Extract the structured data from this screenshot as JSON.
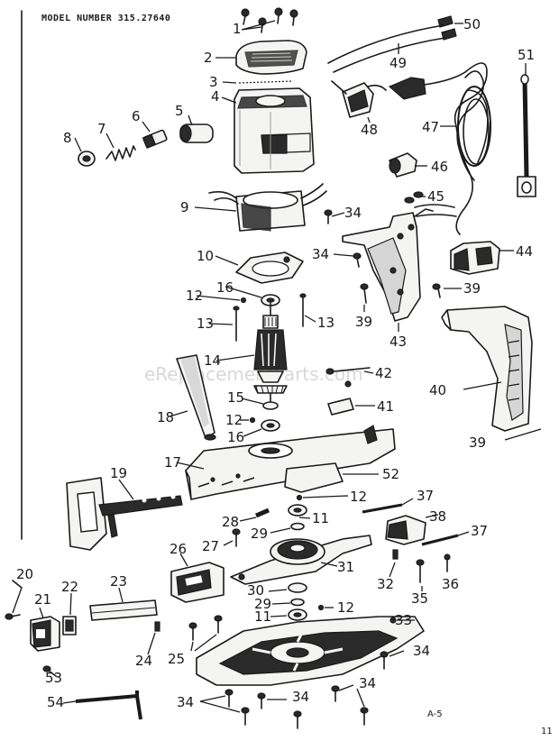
{
  "header": {
    "model_number": "MODEL NUMBER 315.27640"
  },
  "watermark": "eReplacementParts.com",
  "page_code": "A-5",
  "corner_mark": "11",
  "labels": {
    "p1": "1",
    "p2": "2",
    "p3": "3",
    "p4": "4",
    "p5": "5",
    "p6": "6",
    "p7": "7",
    "p8": "8",
    "p9": "9",
    "p10": "10",
    "p11a": "11",
    "p11b": "11",
    "p12a": "12",
    "p12b": "12",
    "p12c": "12",
    "p12d": "12",
    "p13a": "13",
    "p13b": "13",
    "p14": "14",
    "p15": "15",
    "p16a": "16",
    "p16b": "16",
    "p17": "17",
    "p18": "18",
    "p19": "19",
    "p20": "20",
    "p21": "21",
    "p22": "22",
    "p23": "23",
    "p24": "24",
    "p25": "25",
    "p26": "26",
    "p27": "27",
    "p28": "28",
    "p29a": "29",
    "p29b": "29",
    "p30": "30",
    "p31": "31",
    "p32": "32",
    "p33": "33",
    "p34a": "34",
    "p34b": "34",
    "p34c": "34",
    "p34d": "34",
    "p34e": "34",
    "p34f": "34",
    "p35": "35",
    "p36": "36",
    "p37a": "37",
    "p37b": "37",
    "p38": "38",
    "p39a": "39",
    "p39b": "39",
    "p39c": "39",
    "p40": "40",
    "p41": "41",
    "p42": "42",
    "p43": "43",
    "p44": "44",
    "p45": "45",
    "p46": "46",
    "p47": "47",
    "p48": "48",
    "p49": "49",
    "p50": "50",
    "p51": "51",
    "p52": "52",
    "p53": "53",
    "p54": "54"
  }
}
